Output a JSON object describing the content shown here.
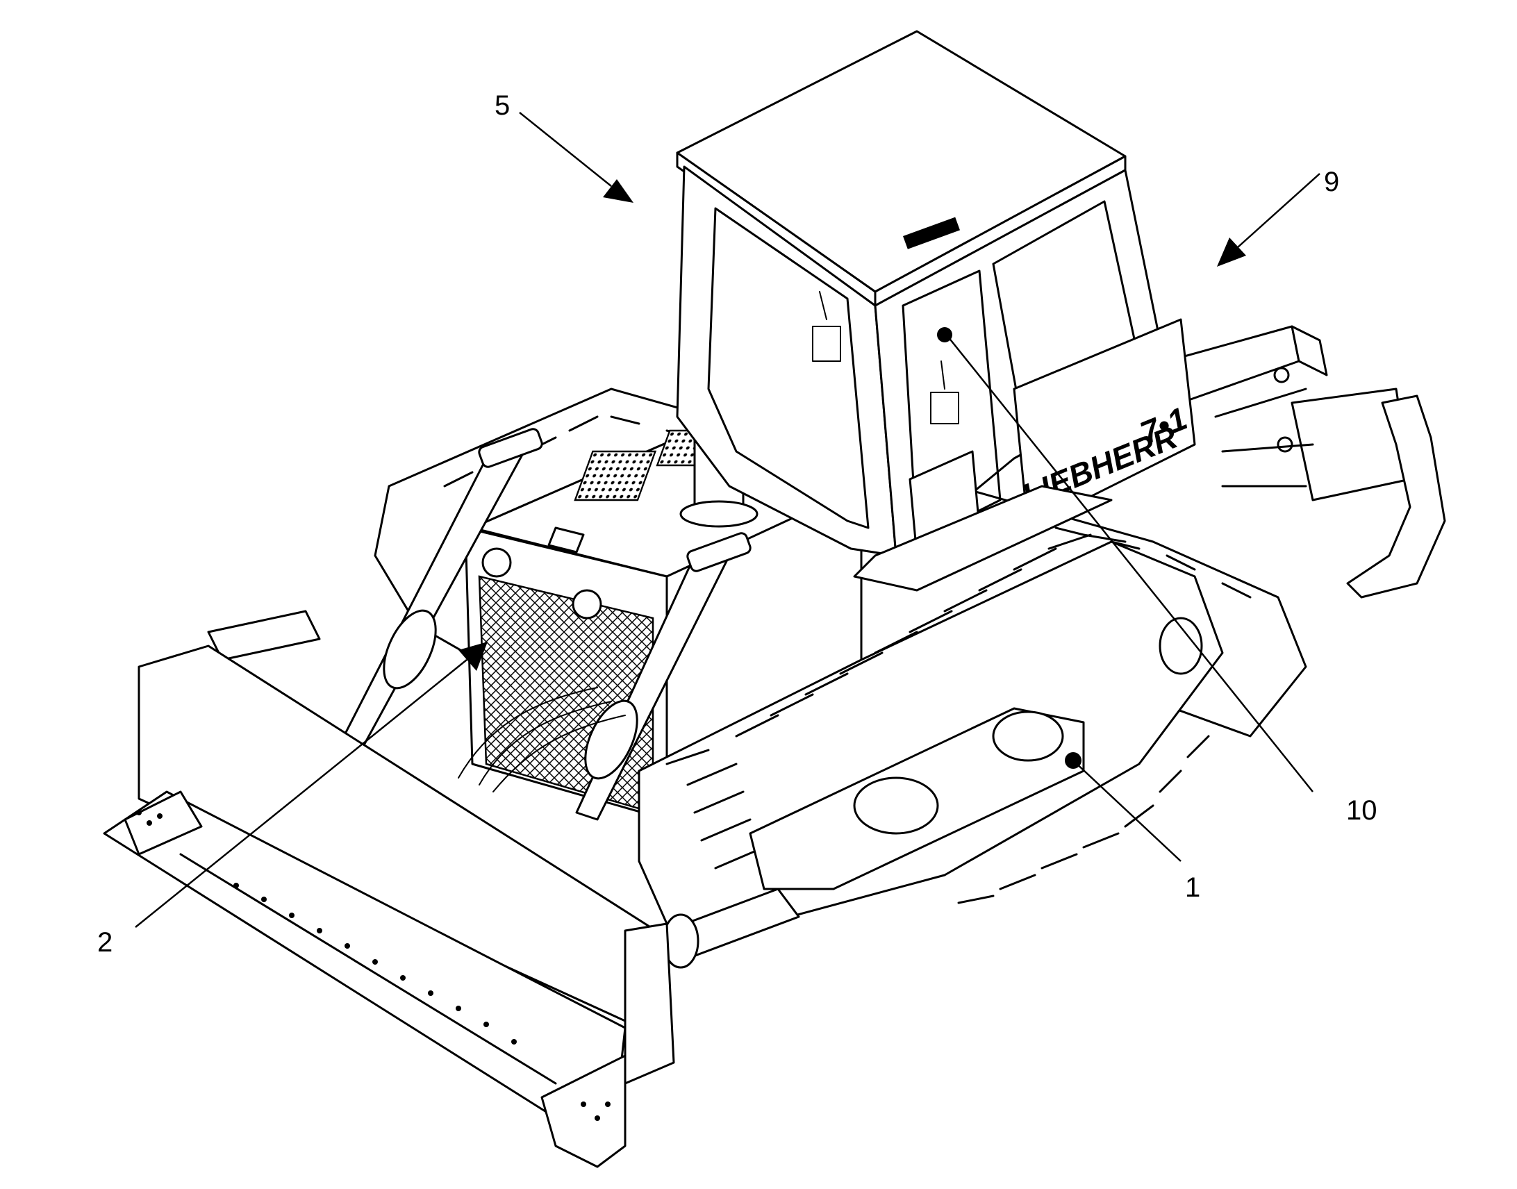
{
  "diagram": {
    "brand_text": "LIEBHERR",
    "model_text": "7•1",
    "callouts": [
      {
        "id": "1",
        "label": "1"
      },
      {
        "id": "2",
        "label": "2"
      },
      {
        "id": "5",
        "label": "5"
      },
      {
        "id": "9",
        "label": "9"
      },
      {
        "id": "10",
        "label": "10"
      }
    ]
  }
}
